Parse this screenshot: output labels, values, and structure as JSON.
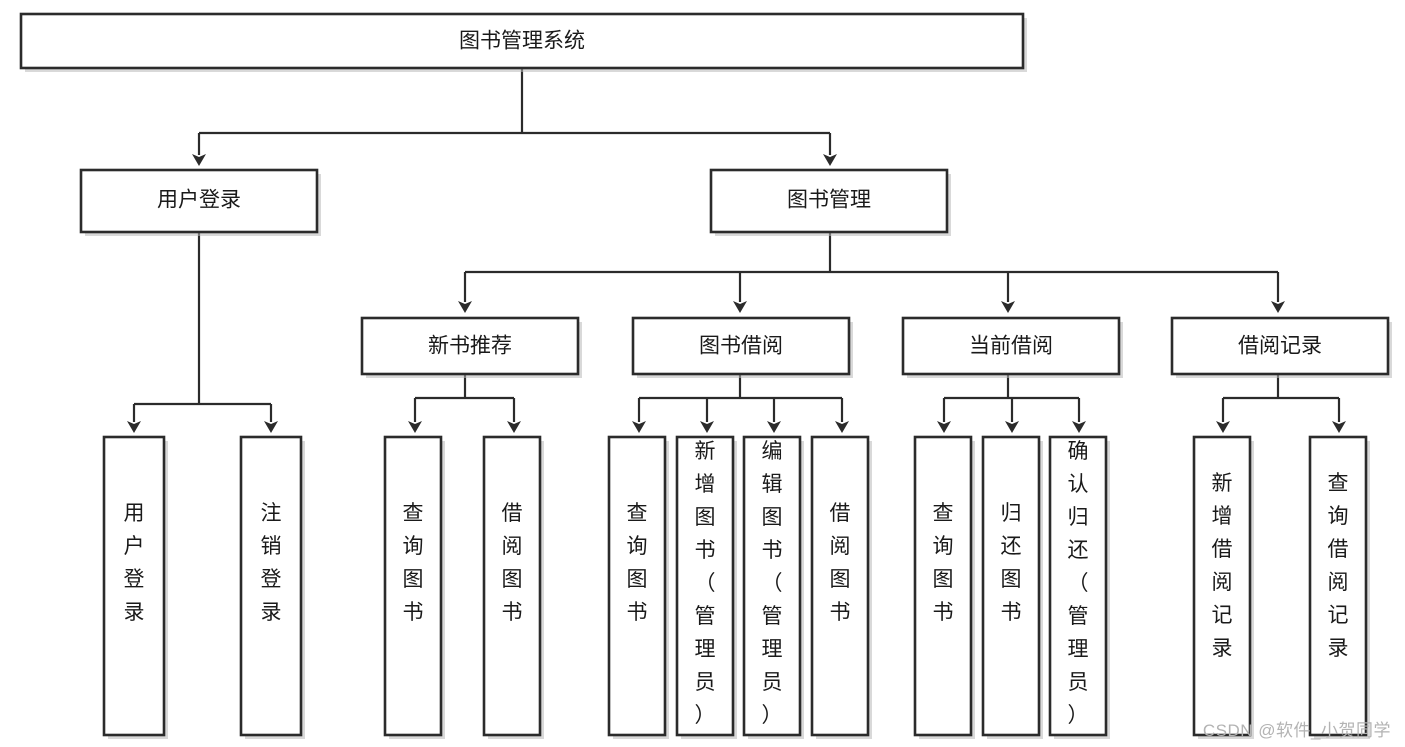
{
  "diagram": {
    "type": "tree",
    "title": "图书管理系统",
    "orientation": "top-down",
    "watermark": "CSDN @软件_小贺同学",
    "root": {
      "label": "图书管理系统",
      "name": "node-root"
    },
    "level2": [
      {
        "label": "用户登录",
        "name": "node-user-login"
      },
      {
        "label": "图书管理",
        "name": "node-book-management"
      }
    ],
    "level3": [
      {
        "label": "新书推荐",
        "name": "node-new-book-recommend"
      },
      {
        "label": "图书借阅",
        "name": "node-book-borrow"
      },
      {
        "label": "当前借阅",
        "name": "node-current-borrow"
      },
      {
        "label": "借阅记录",
        "name": "node-borrow-record"
      }
    ],
    "leaves": {
      "user_login": [
        {
          "label": "用户登录",
          "name": "leaf-user-login"
        },
        {
          "label": "注销登录",
          "name": "leaf-logout"
        }
      ],
      "new_book_recommend": [
        {
          "label": "查询图书",
          "name": "leaf-query-book-1"
        },
        {
          "label": "借阅图书",
          "name": "leaf-borrow-book-1"
        }
      ],
      "book_borrow": [
        {
          "label": "查询图书",
          "name": "leaf-query-book-2"
        },
        {
          "label": "新增图书（管理员）",
          "name": "leaf-add-book-admin"
        },
        {
          "label": "编辑图书（管理员）",
          "name": "leaf-edit-book-admin"
        },
        {
          "label": "借阅图书",
          "name": "leaf-borrow-book-2"
        }
      ],
      "current_borrow": [
        {
          "label": "查询图书",
          "name": "leaf-query-book-3"
        },
        {
          "label": "归还图书",
          "name": "leaf-return-book"
        },
        {
          "label": "确认归还（管理员）",
          "name": "leaf-confirm-return-admin"
        }
      ],
      "borrow_record": [
        {
          "label": "新增借阅记录",
          "name": "leaf-add-borrow-record"
        },
        {
          "label": "查询借阅记录",
          "name": "leaf-query-borrow-record"
        }
      ]
    },
    "colors": {
      "box_stroke": "#2b2b2b",
      "box_fill": "#ffffff",
      "text": "#1a1a1a",
      "background": "#ffffff",
      "watermark": "#b3b3b3"
    }
  }
}
